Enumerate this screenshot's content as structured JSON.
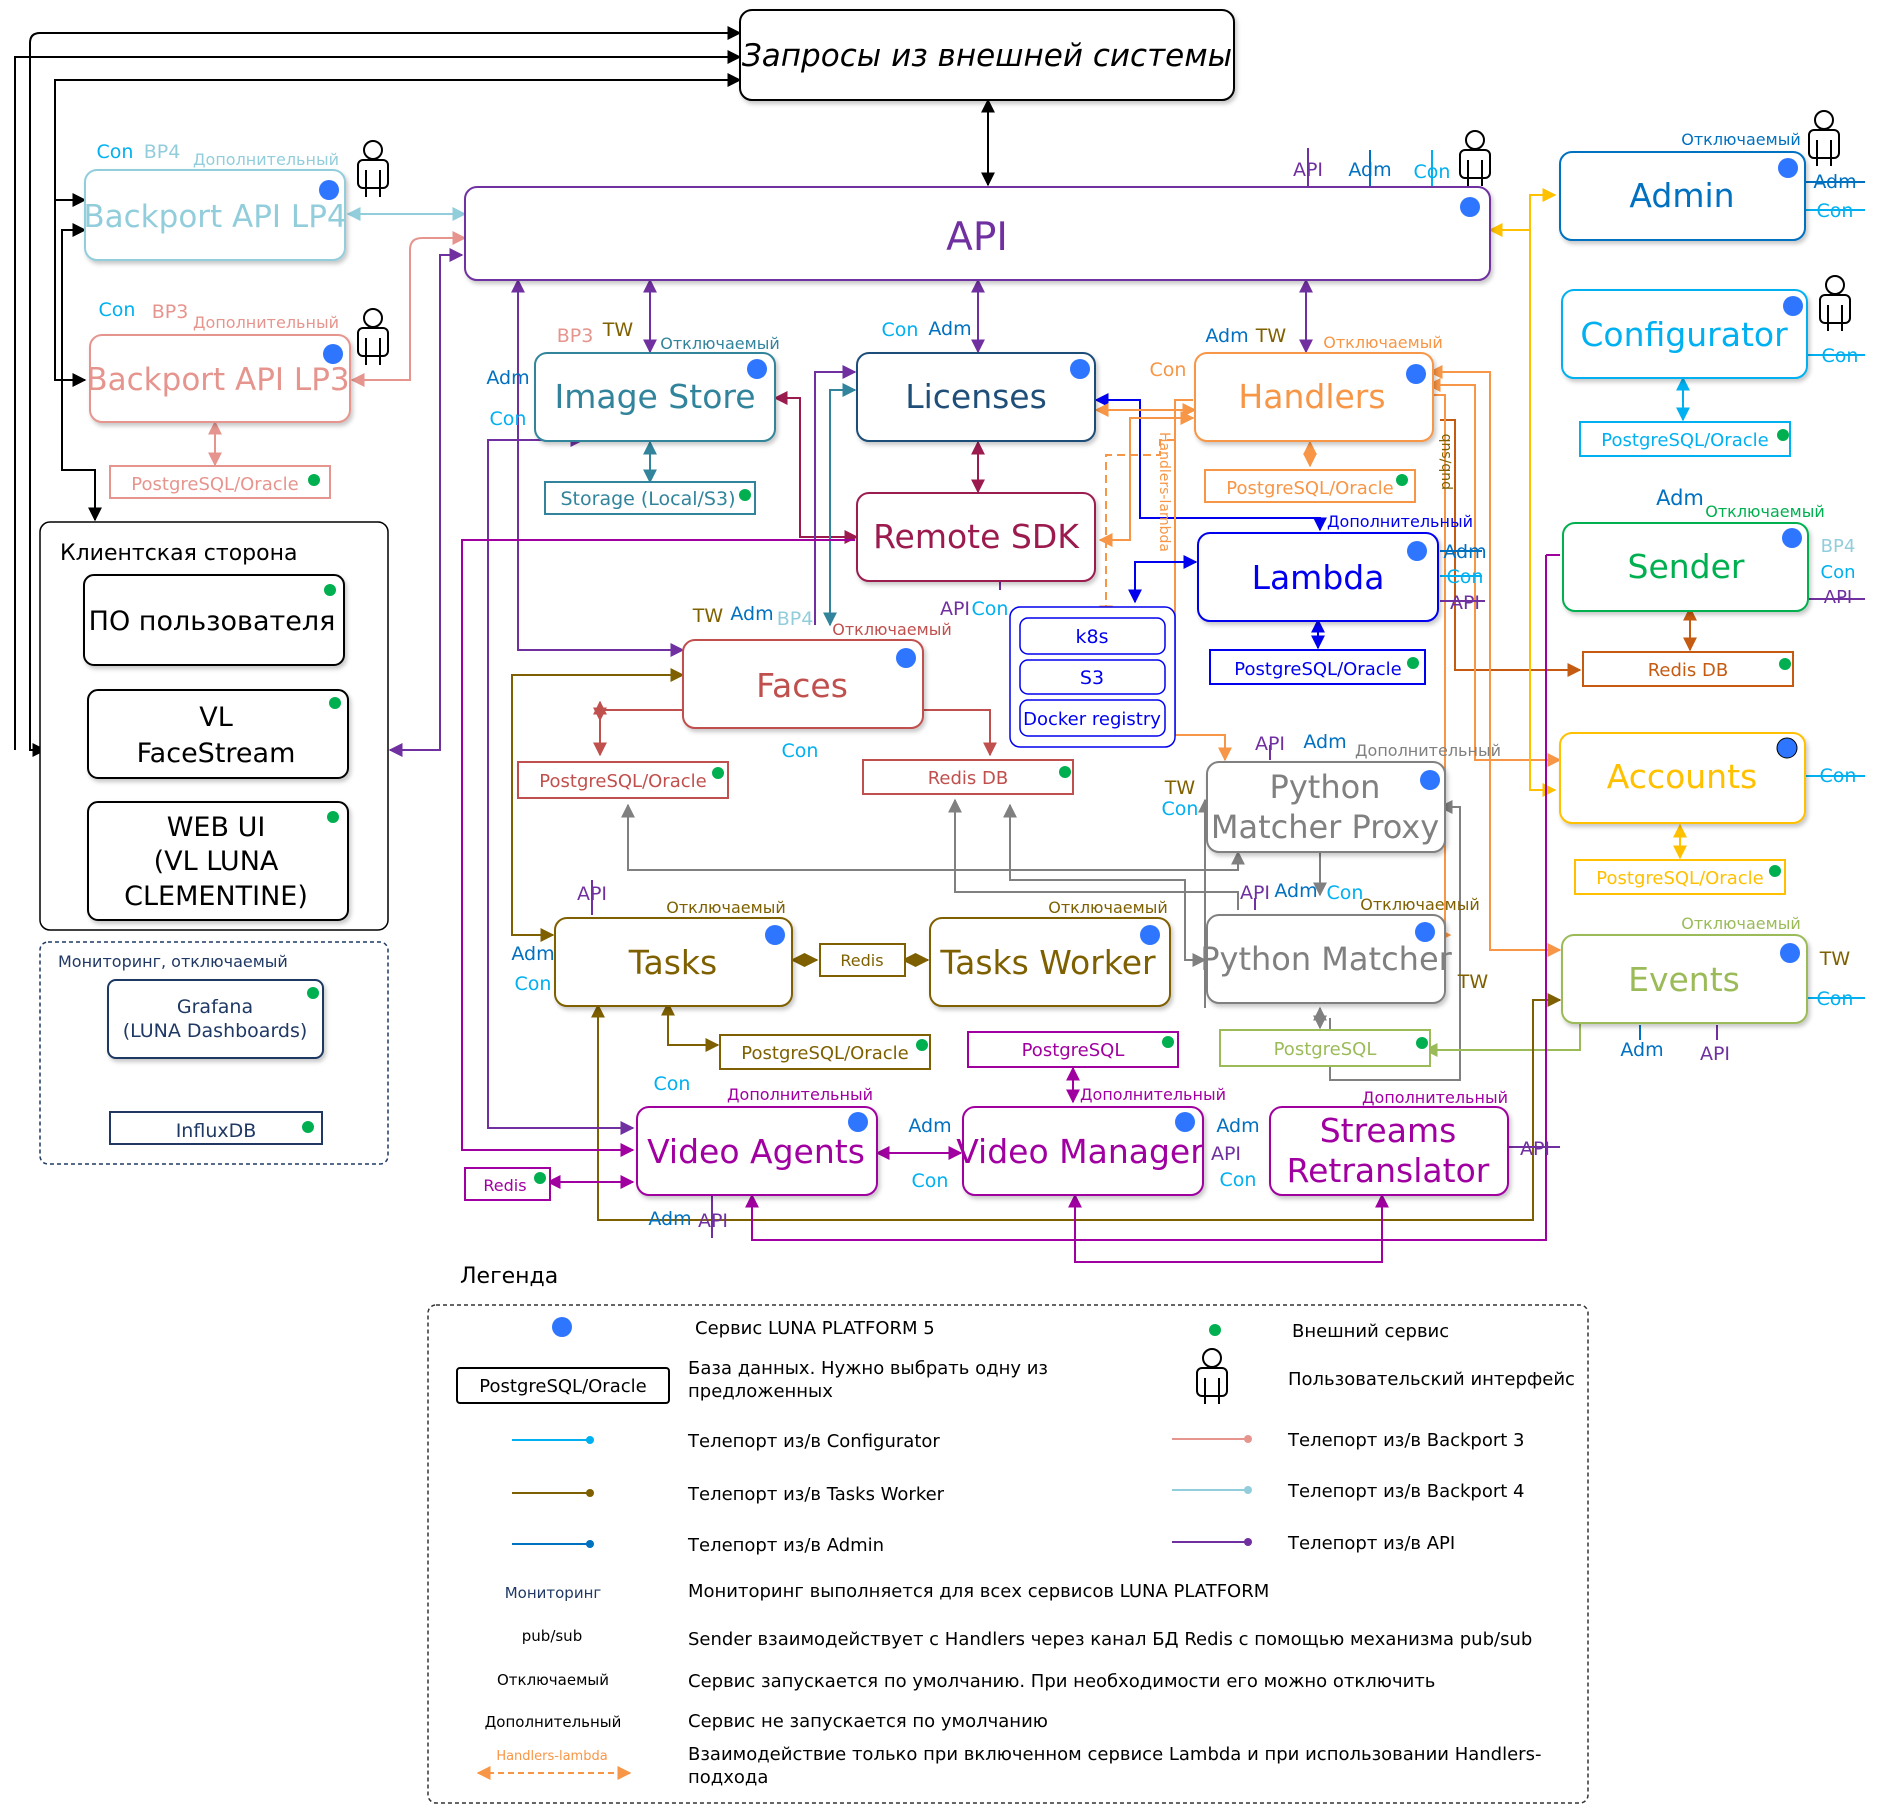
{
  "external": {
    "title": "Запросы из внешней системы"
  },
  "services": {
    "api": {
      "label": "API",
      "ports": [
        "API",
        "Adm",
        "Con"
      ]
    },
    "backport4": {
      "label": "Backport API LP4",
      "ports": [
        "Con",
        "BP4"
      ],
      "tag": "Дополнительный"
    },
    "backport3": {
      "label": "Backport API LP3",
      "ports": [
        "Con",
        "BP3"
      ],
      "tag": "Дополнительный",
      "db": "PostgreSQL/Oracle"
    },
    "image_store": {
      "label": "Image Store",
      "ports_top": [
        "BP3",
        "TW"
      ],
      "ports_left": [
        "Adm",
        "Con"
      ],
      "tag": "Отключаемый",
      "storage": "Storage (Local/S3)"
    },
    "licenses": {
      "label": "Licenses",
      "ports": [
        "Con",
        "Adm"
      ]
    },
    "handlers": {
      "label": "Handlers",
      "ports_top": [
        "Adm",
        "TW"
      ],
      "ports_left": [
        "Con"
      ],
      "tag": "Отключаемый",
      "db": "PostgreSQL/Oracle",
      "pubsub": "pub/sub",
      "lambda_link": "Handlers-lambda"
    },
    "remote_sdk": {
      "label": "Remote SDK",
      "ports": [
        "API",
        "Con"
      ]
    },
    "lambda": {
      "label": "Lambda",
      "ports": [
        "Adm",
        "Con",
        "API"
      ],
      "tag": "Дополнительный",
      "db": "PostgreSQL/Oracle"
    },
    "k8s": {
      "items": [
        "k8s",
        "S3",
        "Docker registry"
      ]
    },
    "faces": {
      "label": "Faces",
      "ports_top": [
        "TW",
        "Adm",
        "BP4"
      ],
      "port_bottom": "Con",
      "tag": "Отключаемый",
      "db": "PostgreSQL/Oracle",
      "redis": "Redis DB"
    },
    "admin": {
      "label": "Admin",
      "ports": [
        "Adm",
        "Con"
      ],
      "tag": "Отключаемый"
    },
    "configurator": {
      "label": "Configurator",
      "ports": [
        "Con"
      ],
      "db": "PostgreSQL/Oracle"
    },
    "sender": {
      "label": "Sender",
      "port_top": "Adm",
      "ports_right": [
        "BP4",
        "Con",
        "API"
      ],
      "tag": "Отключаемый",
      "redis": "Redis DB"
    },
    "accounts": {
      "label": "Accounts",
      "ports": [
        "Con"
      ],
      "db": "PostgreSQL/Oracle"
    },
    "events": {
      "label": "Events",
      "ports_right": [
        "TW",
        "Con"
      ],
      "ports_bottom": [
        "Adm",
        "API"
      ],
      "tag": "Отключаемый"
    },
    "pm_proxy": {
      "label_lines": [
        "Python",
        "Matcher Proxy"
      ],
      "ports_top": [
        "API",
        "Adm"
      ],
      "ports_left": [
        "TW",
        "Con"
      ],
      "tag": "Дополнительный"
    },
    "pm": {
      "label": "Python Matcher",
      "ports_top": [
        "API",
        "Adm",
        "Con"
      ],
      "port_right": "TW",
      "tag": "Отключаемый",
      "db": "PostgreSQL"
    },
    "tasks": {
      "label": "Tasks",
      "port_top": "API",
      "ports_left": [
        "Adm",
        "Con"
      ],
      "tag": "Отключаемый",
      "redis": "Redis",
      "db": "PostgreSQL/Oracle"
    },
    "tasks_worker": {
      "label": "Tasks Worker",
      "tag": "Отключаемый"
    },
    "video_agents": {
      "label": "Video Agents",
      "port_top": "Con",
      "ports_bottom": [
        "Adm",
        "API"
      ],
      "tag": "Дополнительный",
      "redis": "Redis"
    },
    "video_manager": {
      "label": "Video Manager",
      "ports_left": [
        "Adm",
        "Con"
      ],
      "tag": "Дополнительный",
      "db": "PostgreSQL"
    },
    "streams": {
      "label_lines": [
        "Streams",
        "Retranslator"
      ],
      "ports_left": [
        "Adm",
        "API",
        "Con"
      ],
      "port_right": "API",
      "tag": "Дополнительный"
    }
  },
  "client": {
    "title": "Клиентская сторона",
    "items": [
      {
        "lines": [
          "ПО пользователя"
        ]
      },
      {
        "lines": [
          "VL",
          "FaceStream"
        ]
      },
      {
        "lines": [
          "WEB UI",
          "(VL LUNA",
          "CLEMENTINE)"
        ]
      }
    ]
  },
  "monitoring": {
    "title": "Мониторинг, отключаемый",
    "grafana": [
      "Grafana",
      "(LUNA Dashboards)"
    ],
    "influx": "InfluxDB"
  },
  "legend": {
    "title": "Легенда",
    "luna_service": "Сервис LUNA PLATFORM 5",
    "external_service": "Внешний сервис",
    "db_sample": "PostgreSQL/Oracle",
    "db_desc": [
      "База данных. Нужно выбрать одну из",
      "предложенных"
    ],
    "ui_desc": "Пользовательский интерфейс",
    "configurator": "Телепорт из/в Configurator",
    "backport3": "Телепорт из/в Backport 3",
    "tasks_worker": "Телепорт из/в Tasks Worker",
    "backport4": "Телепорт из/в Backport 4",
    "admin": "Телепорт из/в Admin",
    "api": "Телепорт из/в API",
    "monitoring_term": "Мониторинг",
    "monitoring_desc": "Мониторинг выполняется для всех сервисов LUNA PLATFORM",
    "pubsub_term": "pub/sub",
    "pubsub_desc": "Sender взаимодействует с Handlers через канал БД Redis с помощью механизма pub/sub",
    "disable_term": "Отключаемый",
    "disable_desc": "Сервис запускается по умолчанию. При необходимости его можно отключить",
    "optional_term": "Дополнительный",
    "optional_desc": "Сервис не запускается по умолчанию",
    "lambda_term": "Handlers-lambda",
    "lambda_desc": [
      "Взаимодействие только при включенном сервисе Lambda и при использовании Handlers-",
      "подхода"
    ]
  },
  "colors": {
    "api": "#7030a0",
    "image_store": "#31849b",
    "licenses": "#1f4e79",
    "handlers": "#f79646",
    "remote_sdk": "#9b1b4f",
    "lambda": "#0000ee",
    "faces": "#c0504d",
    "admin": "#0070c0",
    "configurator": "#00b0f0",
    "sender": "#00b050",
    "accounts": "#ffc000",
    "events": "#9bbb59",
    "matcher": "#808080",
    "tasks": "#7f6000",
    "video": "#a000a0",
    "bp4": "#92cddc",
    "bp3": "#e6958e",
    "luna_dot": "#2e75ff",
    "ext_dot": "#00b050"
  }
}
